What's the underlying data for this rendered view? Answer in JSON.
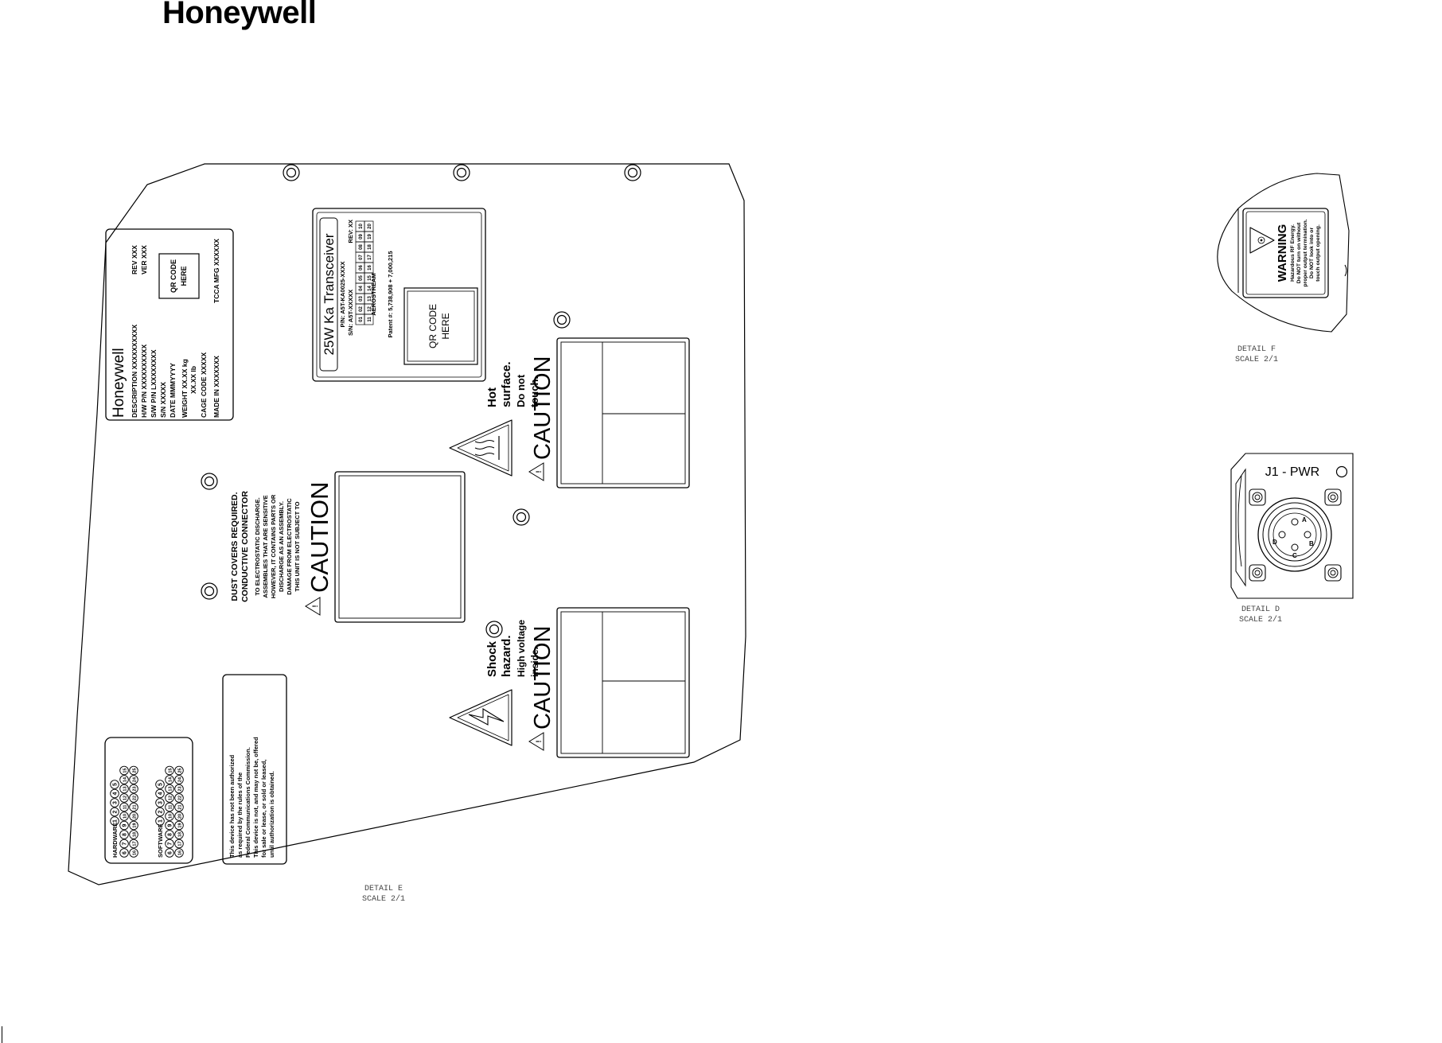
{
  "brand": "Honeywell",
  "nameplate": {
    "brand": "Honeywell",
    "lines": [
      "DESCRIPTION XXXXXXXXXX",
      "H/W P/N XXXXXXXXXX",
      "S/W P/N LXXXXXXXX",
      "S/N XXXXX",
      "DATE MMMYYYY",
      "WEIGHT XX.XX kg",
      "XX.XX lb",
      "CAGE CODE XXXXX",
      "MADE IN XXXXXXX"
    ],
    "rev": "REV XXX",
    "ver": "VER XXX",
    "qr_line1": "QR CODE",
    "qr_line2": "HERE",
    "tcca": "TCCA MFG XXXXXX"
  },
  "transceiver_label": {
    "title": "25W Ka Transceiver",
    "pn": "P/N: A5T-KA0025-XXXX",
    "sn": "S/N: A5T-XXXXX",
    "rev": "REV: XX",
    "mod_row1": [
      "01",
      "02",
      "03",
      "04",
      "05",
      "06",
      "07",
      "08",
      "09",
      "10"
    ],
    "mod_row2": [
      "11",
      "12",
      "13",
      "14",
      "15",
      "16",
      "17",
      "18",
      "19",
      "20"
    ],
    "brand_line": "AEROSTREAM",
    "patent": "Patent #: 5,738,908 + 7,000,215",
    "qr_line1": "QR CODE",
    "qr_line2": "HERE"
  },
  "caution_hot": {
    "heading": "CAUTION",
    "lines": [
      "Hot",
      "surface.",
      "Do not",
      "touch."
    ]
  },
  "caution_esd": {
    "heading": "CAUTION",
    "lines": [
      "THIS UNIT IS NOT SUBJECT TO",
      "DAMAGE FROM ELECTROSTATIC",
      "DISCHARGE AS AN ASSEMBLY.",
      "HOWEVER, IT CONTAINS PARTS OR",
      "ASSEMBLIES THAT ARE SENSITIVE",
      "TO ELECTROSTATIC DISCHARGE.",
      "CONDUCTIVE CONNECTOR",
      "DUST COVERS REQUIRED."
    ]
  },
  "caution_shock": {
    "heading": "CAUTION",
    "lines": [
      "Shock",
      "hazard.",
      "High voltage",
      "inside."
    ]
  },
  "fcc_notice": {
    "lines": [
      "This device has not been authorized",
      "as required by the rules of the",
      "Federal Communications Commission.",
      "This device is not, and may not be, offered",
      "for sale or lease, or sold or leased,",
      "until authorization is obtained."
    ]
  },
  "mod_status": {
    "hardware_label": "HARDWARE",
    "software_label": "SOFTWARE",
    "row1": [
      "1",
      "2",
      "3",
      "4",
      "5"
    ],
    "row2": [
      "6",
      "7",
      "8",
      "9",
      "10",
      "11",
      "12",
      "13",
      "14",
      "15"
    ],
    "row3": [
      "16",
      "17",
      "18",
      "19",
      "20",
      "21",
      "22",
      "23",
      "24",
      "25"
    ]
  },
  "detail_e": {
    "title": "DETAIL E",
    "scale": "SCALE 2/1"
  },
  "detail_f": {
    "title": "DETAIL F",
    "scale": "SCALE 2/1",
    "warning_heading": "WARNING",
    "lines": [
      "Hazardous RF Energy.",
      "Do NOT turn on without",
      "proper output termination.",
      "Do NOT look into or",
      "touch output opening."
    ]
  },
  "detail_d": {
    "title": "DETAIL D",
    "scale": "SCALE 2/1",
    "connector_label": "J1 - PWR",
    "pins": [
      "A",
      "B",
      "C",
      "D"
    ]
  },
  "colors": {
    "ink": "#000000",
    "paper": "#ffffff",
    "note_text": "#444444"
  }
}
